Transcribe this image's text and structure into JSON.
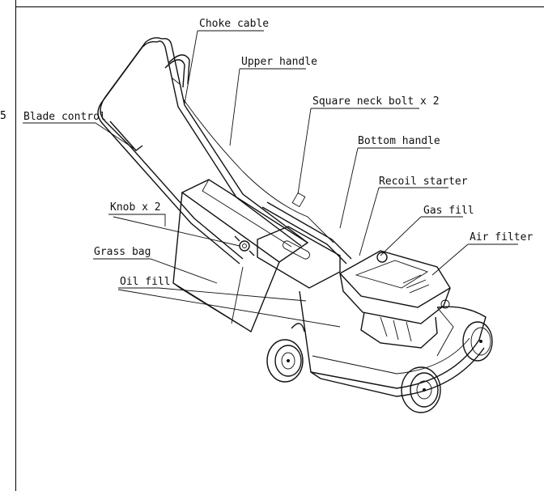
{
  "figure": {
    "stray_mark": "5",
    "labels": {
      "choke_cable": "Choke cable",
      "upper_handle": "Upper handle",
      "square_neck_bolt": "Square neck bolt x 2",
      "blade_control": "Blade control",
      "bottom_handle": "Bottom handle",
      "recoil_starter": "Recoil starter",
      "gas_fill": "Gas fill",
      "air_filter": "Air filter",
      "knob": "Knob x 2",
      "grass_bag": "Grass bag",
      "oil_fill": "Oil fill"
    }
  }
}
